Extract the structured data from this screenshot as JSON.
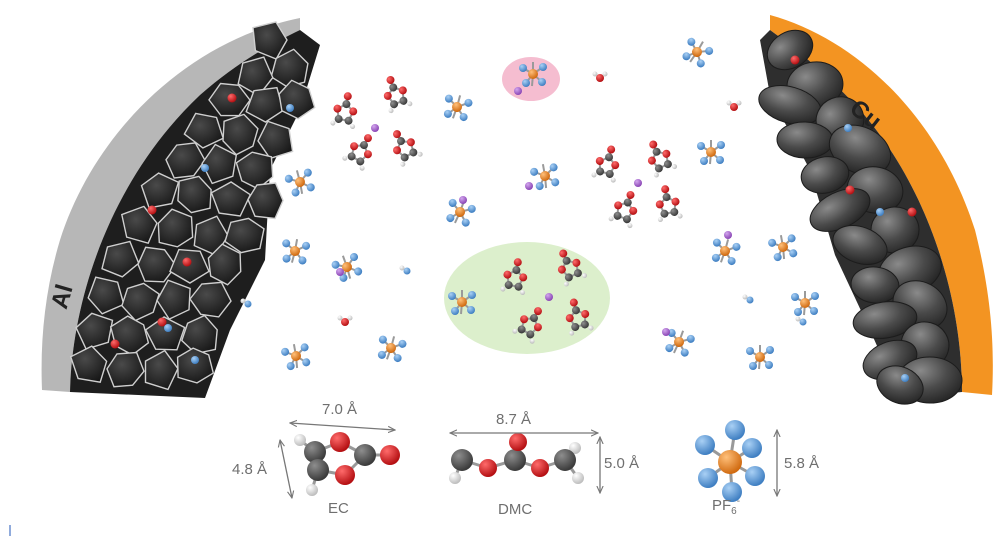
{
  "electrodes": {
    "left": "Al",
    "right": "Cu"
  },
  "dimensions": {
    "ec_width": "7.0 Å",
    "ec_height": "4.8 Å",
    "dmc_width": "8.7 Å",
    "dmc_height": "5.0 Å",
    "pf6_size": "5.8 Å"
  },
  "molecules": {
    "ec": "EC",
    "dmc": "DMC",
    "pf6": "PF",
    "pf6_sub": "6",
    "pf6_sup": "-"
  },
  "colors": {
    "aluminum_foil": "#b7b7b7",
    "copper_foil": "#f39422",
    "graphite_particle": "#3a3a3a",
    "cathode_particle": "#262626",
    "phosphorus": "#e8892a",
    "fluorine": "#5b9bd5",
    "oxygen": "#d7191c",
    "carbon": "#555555",
    "hydrogen": "#e6e6e6",
    "lithium": "#a05fc6",
    "highlight_pink": "#f5bdd0",
    "highlight_green": "#dcefcc"
  },
  "icons": [
    "cathode-particles",
    "anode-particles",
    "pf6-anion",
    "ec-molecule",
    "dmc-molecule",
    "lithium-ion",
    "water-molecule",
    "hf-molecule"
  ]
}
